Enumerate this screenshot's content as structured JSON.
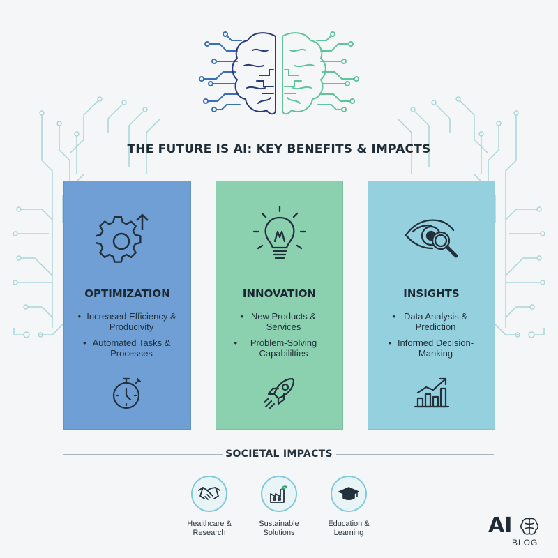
{
  "title": "THE FUTURE IS AI: KEY BENEFITS & IMPACTS",
  "colors": {
    "optimization": "#6f9fd5",
    "innovation": "#8bd1b0",
    "insights": "#95d0df",
    "circuit": "#a9d6d8",
    "brain_left": "#2a3a78",
    "brain_right": "#5fc49b"
  },
  "cards": [
    {
      "title": "OPTIMIZATION",
      "icon": "gear-arrow-icon",
      "bullets": [
        "Increased Efficiency & Producivity",
        "Automated Tasks & Processes"
      ],
      "bottom_icon": "stopwatch-icon"
    },
    {
      "title": "INNOVATION",
      "icon": "lightbulb-icon",
      "bullets": [
        "New Products & Services",
        "Problem-Solving Capabililties"
      ],
      "bottom_icon": "rocket-icon"
    },
    {
      "title": "INSIGHTS",
      "icon": "eye-magnifier-icon",
      "bullets": [
        "Data Analysis & Prediction",
        "Informed Decision-Manking"
      ],
      "bottom_icon": "bar-chart-icon"
    }
  ],
  "societal": {
    "title": "SOCIETAL IMPACTS",
    "items": [
      {
        "label": "Healthcare & Research",
        "icon": "handshake-icon"
      },
      {
        "label": "Sustainable Solutions",
        "icon": "factory-icon"
      },
      {
        "label": "Education & Learning",
        "icon": "graduation-cap-icon"
      }
    ]
  },
  "logo": {
    "main": "AI",
    "sub": "BLOG"
  }
}
